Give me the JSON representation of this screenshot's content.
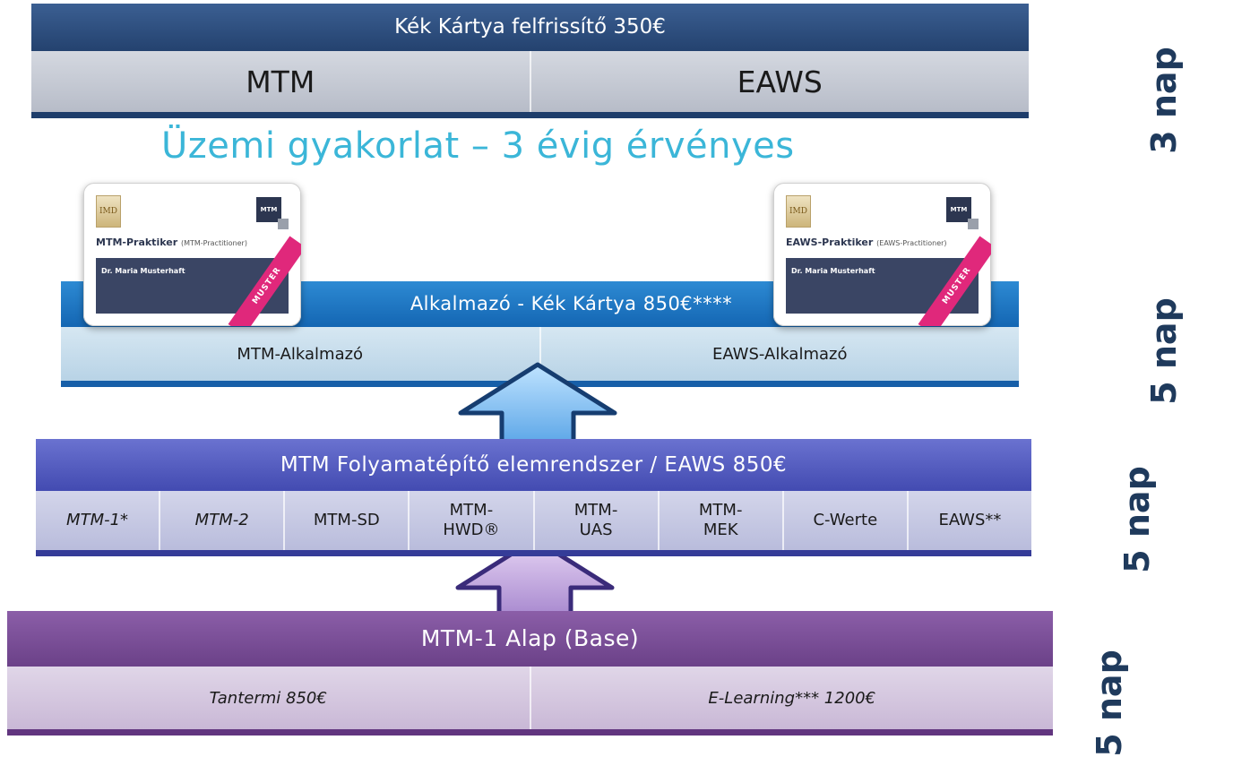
{
  "top_block": {
    "title": "Kék Kártya felfrissítő 350€",
    "items": [
      "MTM",
      "EAWS"
    ]
  },
  "practice_title": "Üzemi gyakorlat – 3 évig érvényes",
  "user_block": {
    "title": "Alkalmazó - Kék Kártya 850€****",
    "items": [
      "MTM-Alkalmazó",
      "EAWS-Alkalmazó"
    ]
  },
  "cards": [
    {
      "title": "MTM-Praktiker",
      "subtitle": "(MTM-Practitioner)",
      "name": "Dr. Maria Musterhaft",
      "ribbon": "MUSTER",
      "logo": "MTM",
      "seal": "IMD"
    },
    {
      "title": "EAWS-Praktiker",
      "subtitle": "(EAWS-Practitioner)",
      "name": "Dr. Maria Musterhaft",
      "ribbon": "MUSTER",
      "logo": "MTM",
      "seal": "IMD"
    }
  ],
  "process_block": {
    "title": "MTM Folyamatépítő elemrendszer / EAWS 850€",
    "items": [
      "MTM-1*",
      "MTM-2",
      "MTM-SD",
      "MTM-\nHWD®",
      "MTM-\nUAS",
      "MTM-\nMEK",
      "C-Werte",
      "EAWS**"
    ]
  },
  "base_block": {
    "title": "MTM-1 Alap (Base)",
    "items": [
      "Tantermi 850€",
      "E-Learning*** 1200€"
    ]
  },
  "durations": [
    "3 nap",
    "5 nap",
    "5 nap",
    "5 nap"
  ],
  "colors": {
    "top": "#2c4c7c",
    "user": "#1f78c8",
    "process": "#545cc2",
    "base": "#7d509b",
    "practice_title": "#3bb6d8",
    "days": "#1f3a5c"
  },
  "icons": [
    "arrow-up-icon",
    "arrow-up-icon"
  ]
}
